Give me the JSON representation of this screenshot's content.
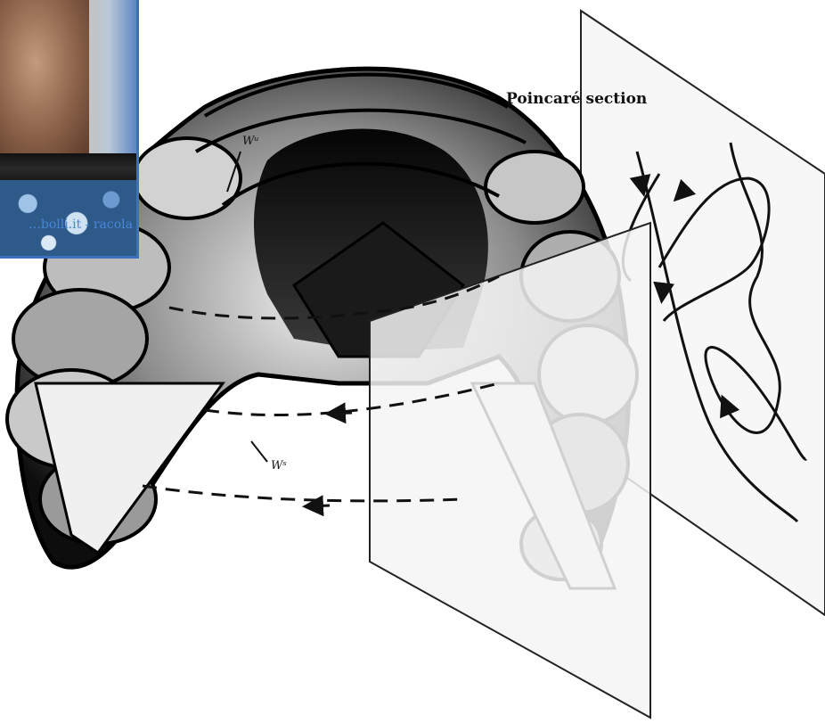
{
  "diagram": {
    "title_label": "Poincaré section",
    "manifold_labels": {
      "unstable": "Wᵘ",
      "stable": "Wˢ"
    }
  },
  "thumbnail": {
    "caption": "…bolli.it - racola"
  }
}
